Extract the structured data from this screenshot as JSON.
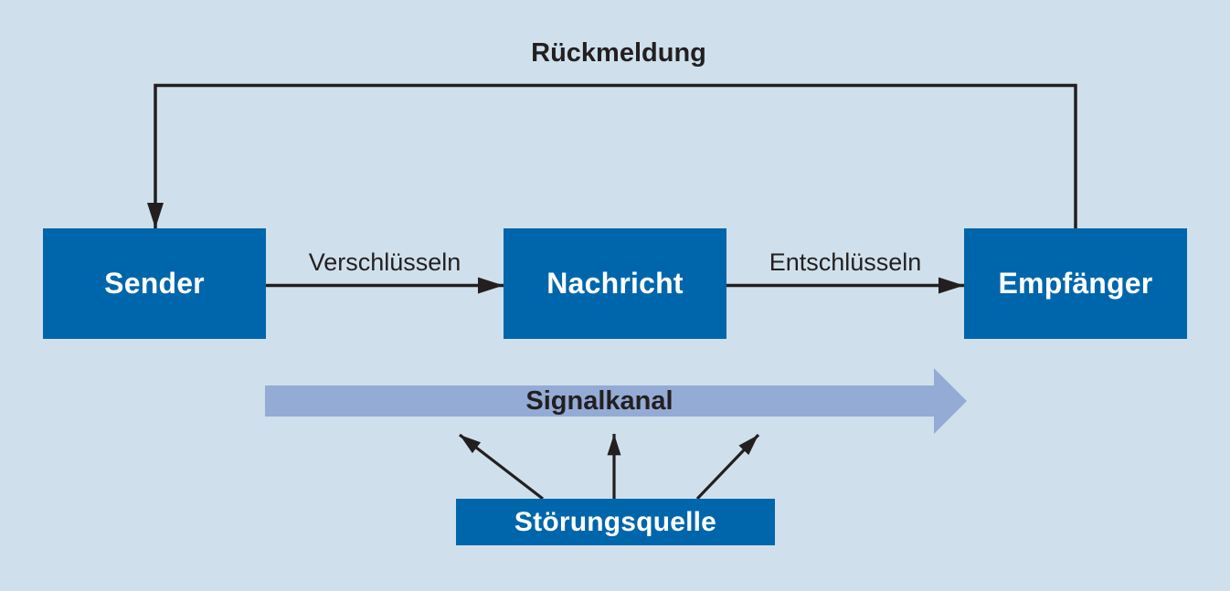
{
  "diagram": {
    "title": "Rückmeldung",
    "nodes": {
      "sender": "Sender",
      "nachricht": "Nachricht",
      "empfaenger": "Empfänger",
      "stoerungsquelle": "Störungsquelle"
    },
    "edges": {
      "encode_label": "Verschlüsseln",
      "decode_label": "Entschlüsseln",
      "channel_label": "Signalkanal",
      "feedback_label": "Rückmeldung"
    }
  },
  "colors": {
    "background": "#cfe0ec",
    "box_blue": "#0066ab",
    "channel_blue": "#94abd5",
    "line_dark": "#231f20",
    "text_light": "#ffffff"
  }
}
